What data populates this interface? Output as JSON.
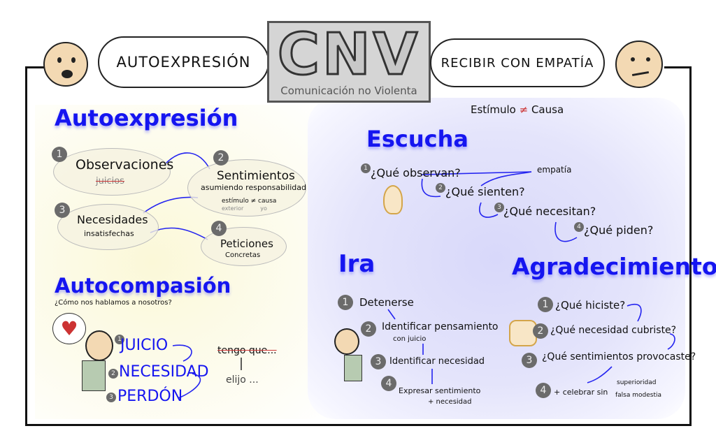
{
  "header": {
    "left_bubble": "AUTOEXPRESIÓN",
    "logo_title": "CNV",
    "logo_subtitle": "Comunicación no Violenta",
    "right_bubble": "RECIBIR CON EMPATÍA"
  },
  "autoexpresion": {
    "title": "Autoexpresión",
    "steps": [
      {
        "n": "1",
        "label": "Observaciones",
        "note": "juicios"
      },
      {
        "n": "2",
        "label": "Sentimientos",
        "sub": "asumiendo responsabilidad",
        "estimulo": "estímulo",
        "neq": "≠",
        "causa": "causa",
        "exterior": "exterior",
        "yo": "yo"
      },
      {
        "n": "3",
        "label": "Necesidades",
        "sub": "insatisfechas"
      },
      {
        "n": "4",
        "label": "Peticiones",
        "sub": "Concretas"
      }
    ]
  },
  "autocompasion": {
    "title": "Autocompasión",
    "subtitle": "¿Cómo nos hablamos a nosotros?",
    "steps": [
      {
        "n": "1",
        "label": "JUICIO"
      },
      {
        "n": "2",
        "label": "NECESIDAD"
      },
      {
        "n": "3",
        "label": "PERDÓN"
      }
    ],
    "crossed": "tengo que...",
    "replacement": "elijo ..."
  },
  "estimulo_causa": {
    "left": "Estímulo",
    "neq": "≠",
    "right": "Causa"
  },
  "escucha": {
    "title": "Escucha",
    "steps": [
      {
        "n": "1",
        "label": "¿Qué observan?"
      },
      {
        "n": "2",
        "label": "¿Qué sienten?"
      },
      {
        "n": "3",
        "label": "¿Qué necesitan?"
      },
      {
        "n": "4",
        "label": "¿Qué piden?"
      }
    ],
    "empatia": "empatía"
  },
  "ira": {
    "title": "Ira",
    "steps": [
      {
        "n": "1",
        "label": "Detenerse"
      },
      {
        "n": "2",
        "label": "Identificar pensamiento",
        "sub": "con juicio"
      },
      {
        "n": "3",
        "label": "Identificar necesidad"
      },
      {
        "n": "4",
        "label": "Expresar sentimiento",
        "sub": "+ necesidad"
      }
    ]
  },
  "agradecimiento": {
    "title": "Agradecimiento",
    "steps": [
      {
        "n": "1",
        "label": "¿Qué hiciste?"
      },
      {
        "n": "2",
        "label": "¿Qué necesidad cubriste?"
      },
      {
        "n": "3",
        "label": "¿Qué sentimientos provocaste?"
      },
      {
        "n": "4",
        "label": "+ celebrar sin",
        "sub1": "superioridad",
        "sub2": "falsa modestia"
      }
    ]
  }
}
